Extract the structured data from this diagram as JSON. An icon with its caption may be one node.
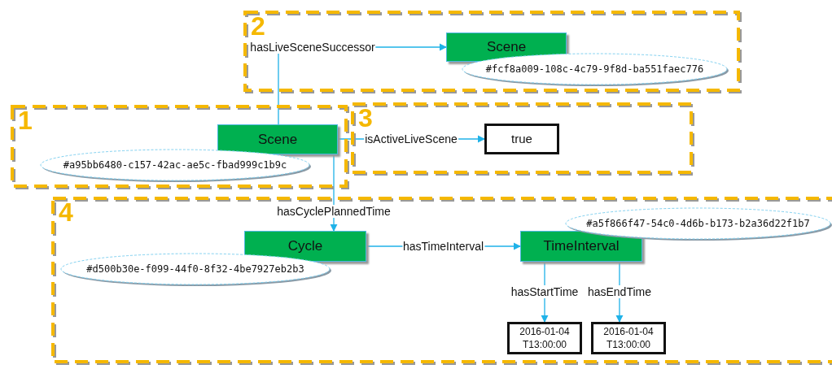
{
  "diagram": {
    "nodes": [
      {
        "text": [
          "1"
        ]
      },
      {
        "text": [
          "Scene"
        ],
        "in": 0
      },
      {
        "text": [
          "#a95bb6480-c157-42ac-ae5c-fbad999c1b9c"
        ],
        "in": 0
      },
      {
        "text": [
          "2"
        ]
      },
      {
        "text": [
          "Scene"
        ],
        "in": 3
      },
      {
        "text": [
          "#fcf8a009-108c-4c79-9f8d-ba551faec776"
        ],
        "in": 3
      },
      {
        "text": [
          "3"
        ]
      },
      {
        "text": [
          "true"
        ],
        "in": 6
      },
      {
        "text": [
          "4"
        ]
      },
      {
        "text": [
          "Cycle"
        ],
        "in": 8
      },
      {
        "text": [
          "#d500b30e-f099-44f0-8f32-4be7927eb2b3"
        ],
        "in": 8
      },
      {
        "text": [
          "TimeInterval"
        ],
        "in": 8
      },
      {
        "text": [
          "#a5f866f47-54c0-4d6b-b173-b2a36d22f1b7"
        ],
        "in": 8
      },
      {
        "text": [
          "2016-01-04 T13:00:00"
        ],
        "in": 8
      },
      {
        "text": [
          "2016-01-04 T13:00:00"
        ],
        "in": 8
      }
    ],
    "edges": [
      {
        "from": 1,
        "to": 4,
        "arrow": "to",
        "label": "hasLiveSceneSuccessor"
      },
      {
        "from": 1,
        "to": 7,
        "arrow": "to",
        "label": "isActiveLiveScene"
      },
      {
        "from": 1,
        "to": 9,
        "arrow": "to",
        "label": "hasCyclePlannedTime"
      },
      {
        "from": 9,
        "to": 11,
        "arrow": "to",
        "label": "hasTimeInterval"
      },
      {
        "from": 11,
        "to": 13,
        "arrow": "to",
        "label": "hasStartTime"
      },
      {
        "from": 11,
        "to": 14,
        "arrow": "to",
        "label": "hasEndTime"
      }
    ]
  }
}
